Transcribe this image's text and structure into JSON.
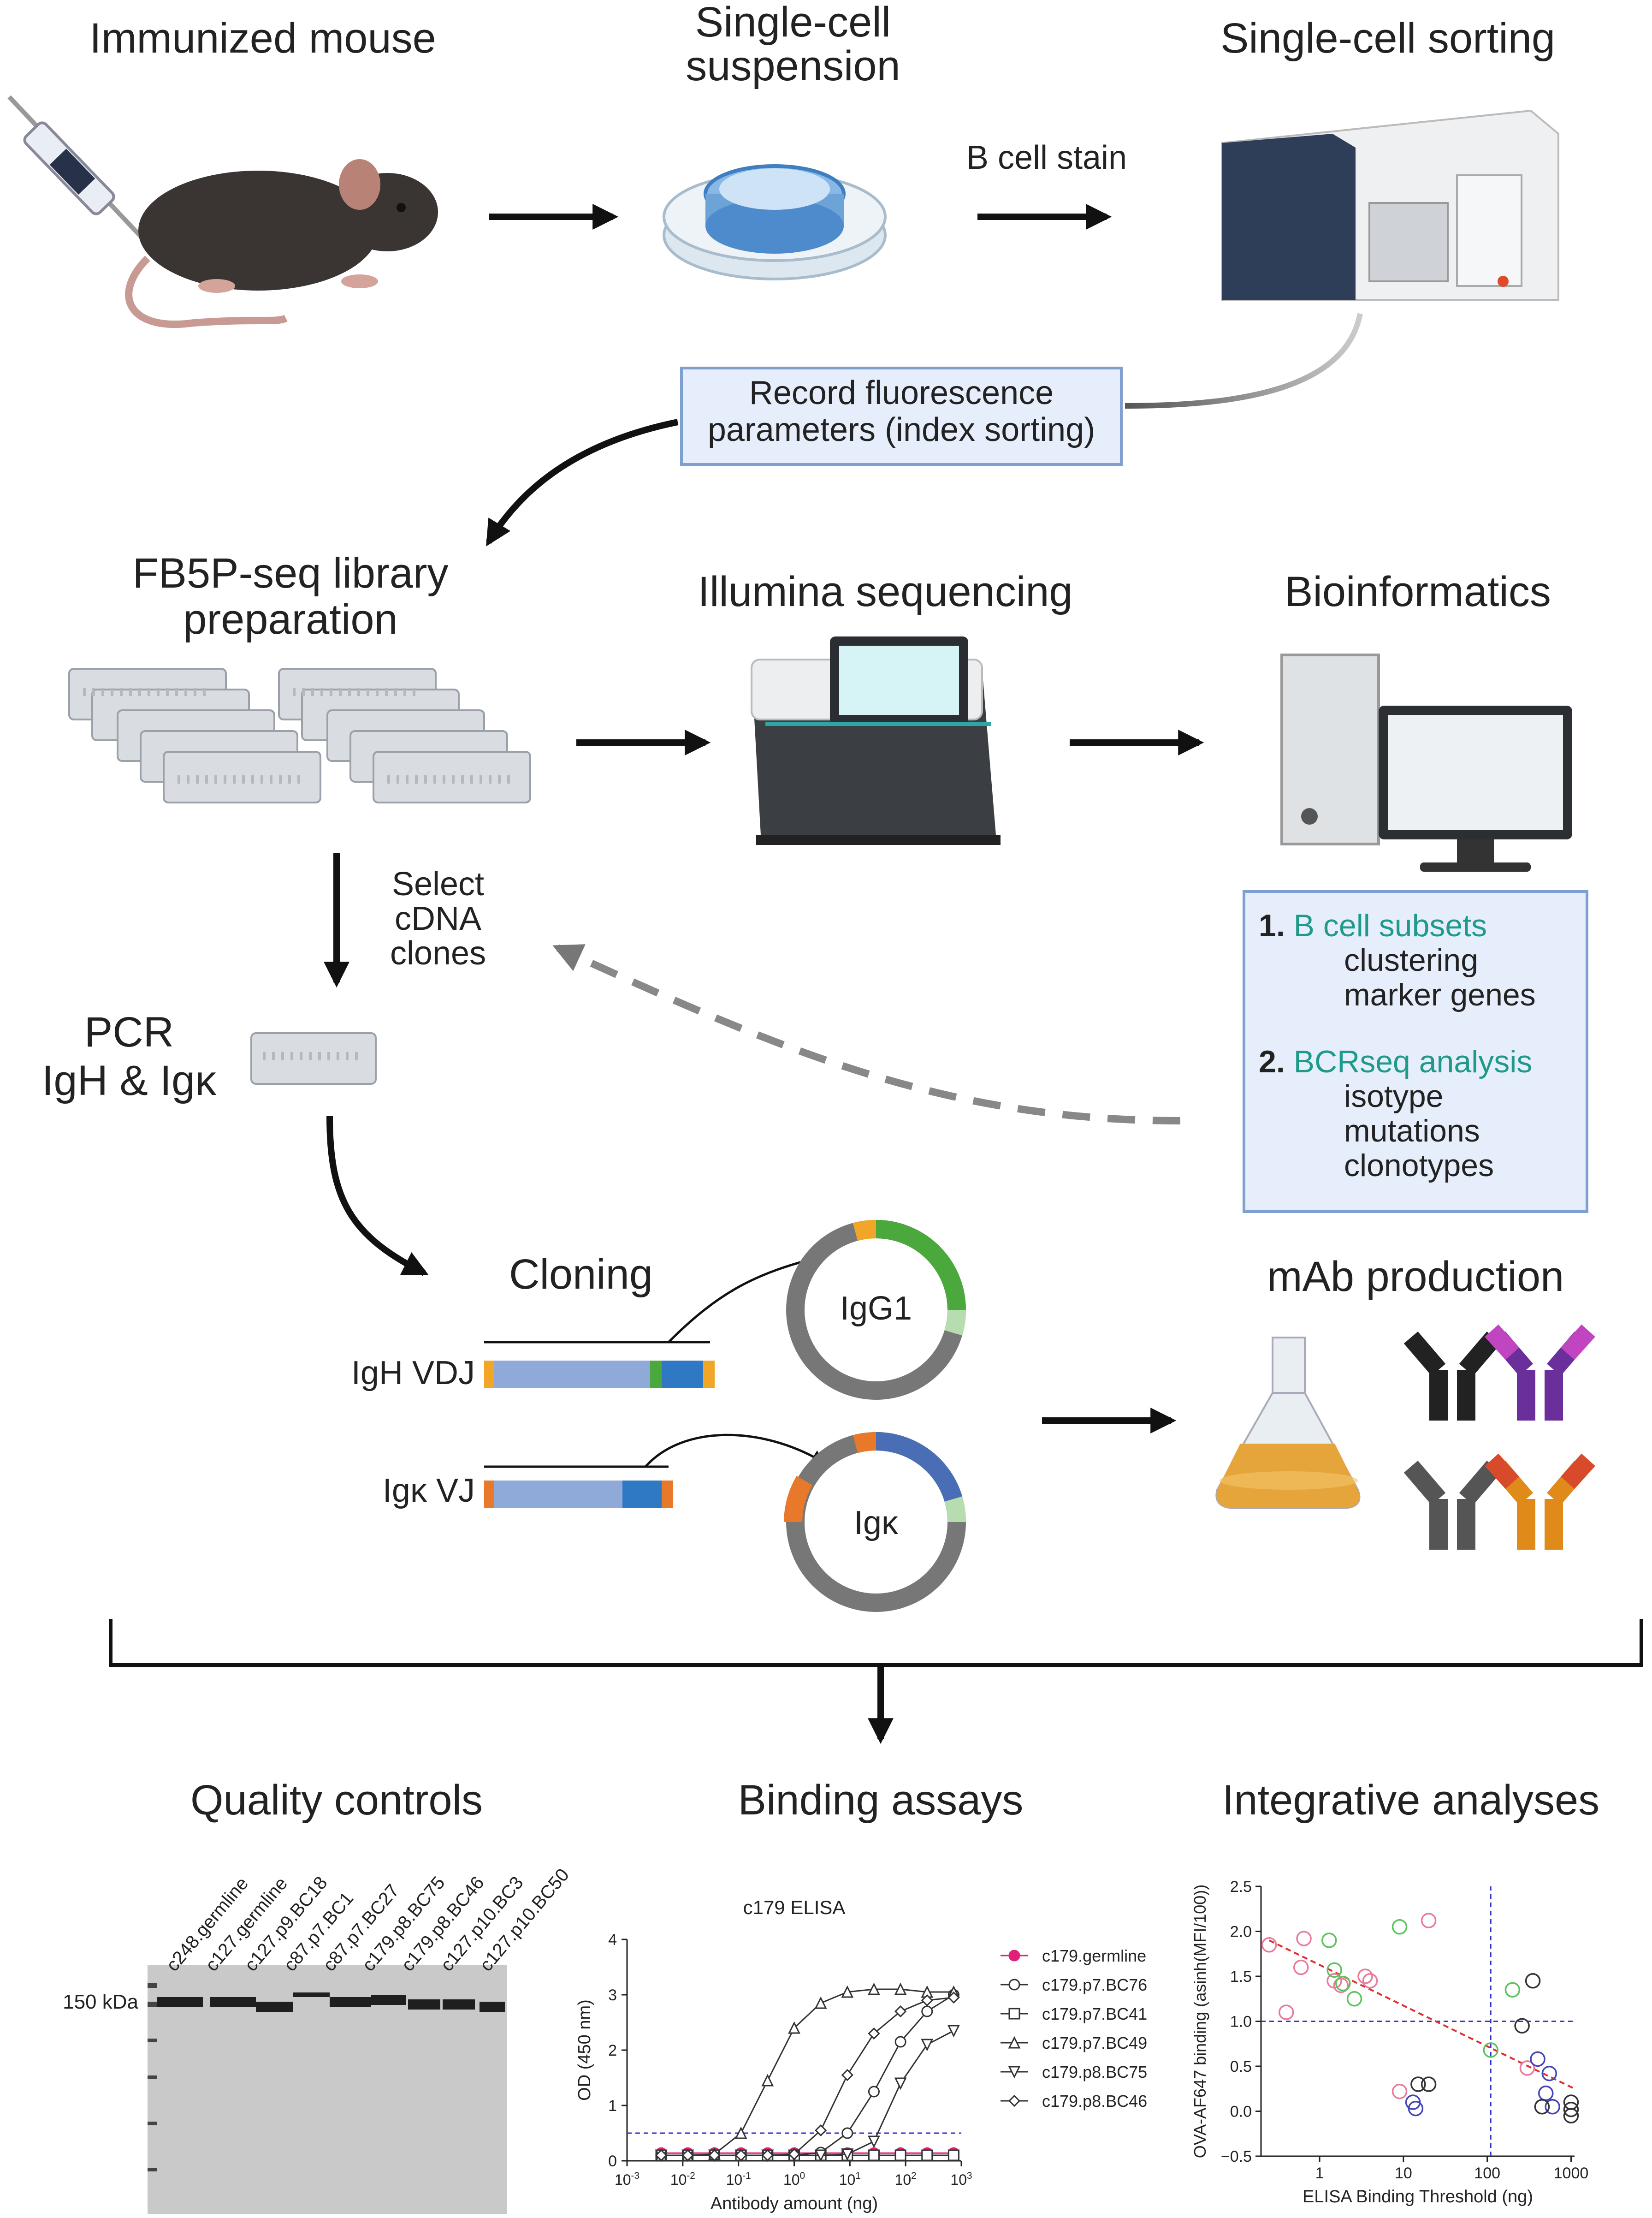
{
  "steps": {
    "mouse": "Immunized mouse",
    "suspension_1": "Single-cell",
    "suspension_2": "suspension",
    "sorting": "Single-cell sorting",
    "stain": "B cell stain",
    "record_1": "Record fluorescence",
    "record_2": "parameters (index sorting)",
    "library_1": "FB5P-seq library",
    "library_2": "preparation",
    "sequencing": "Illumina sequencing",
    "bioinformatics": "Bioinformatics",
    "select_1": "Select",
    "select_2": "cDNA",
    "select_3": "clones",
    "pcr_1": "PCR",
    "pcr_2": "IgH & Igκ",
    "cloning": "Cloning",
    "igh": "IgH VDJ",
    "igk": "Igκ VJ",
    "plasmid_igg1": "IgG1",
    "plasmid_igk": "Igκ",
    "mab": "mAb production",
    "qc": "Quality controls",
    "binding": "Binding assays",
    "integrative": "Integrative analyses"
  },
  "bioinfo_box": {
    "item1_num": "1.",
    "item1_title": "B cell subsets",
    "item1_a": "clustering",
    "item1_b": "marker genes",
    "item2_num": "2.",
    "item2_title": "BCRseq analysis",
    "item2_a": "isotype",
    "item2_b": "mutations",
    "item2_c": "clonotypes"
  },
  "gel": {
    "marker": "150 kDa",
    "lanes": [
      "c248.germline",
      "c127.germline",
      "c127.p9.BC18",
      "c87.p7.BC1",
      "c87.p7.BC27",
      "c179.p8.BC75",
      "c179.p8.BC46",
      "c127.p10.BC3",
      "c127.p10.BC50"
    ]
  },
  "colors": {
    "box_fill": "#e7eefb",
    "box_border": "#7f9fd1",
    "teal": "#1f9a8a",
    "vh": "#8fa9d8",
    "cdr": "#2f78c4",
    "tag_orange": "#f2a628",
    "igg1_green": "#4aa83c",
    "plasmid_grey": "#777777",
    "germline_pink": "#e0207a",
    "threshold_blue": "#3333cc",
    "trend_red": "#e03030"
  },
  "chart_data": [
    {
      "type": "line",
      "title": "c179 ELISA",
      "xlabel": "Antibody amount (ng)",
      "ylabel": "OD (450 nm)",
      "x_scale": "log",
      "x_tick_labels": [
        "10-3",
        "10-2",
        "10-1",
        "100",
        "101",
        "102",
        "103"
      ],
      "x_ticks": [
        0.001,
        0.01,
        0.1,
        1,
        10,
        100,
        1000
      ],
      "y_ticks": [
        0,
        1,
        2,
        3,
        4
      ],
      "xlim": [
        0.001,
        1000
      ],
      "ylim": [
        0,
        4
      ],
      "threshold_y": 0.5,
      "x": [
        0.0041,
        0.0123,
        0.037,
        0.111,
        0.333,
        1,
        3,
        9,
        27,
        81,
        243,
        729
      ],
      "series": [
        {
          "name": "c179.germline",
          "marker": "filled-circle",
          "color": "#e0207a",
          "values": [
            0.14,
            0.14,
            0.14,
            0.14,
            0.14,
            0.14,
            0.14,
            0.14,
            0.14,
            0.14,
            0.14,
            0.14
          ]
        },
        {
          "name": "c179.p7.BC76",
          "marker": "circle",
          "color": "#333333",
          "values": [
            0.1,
            0.1,
            0.1,
            0.1,
            0.1,
            0.1,
            0.15,
            0.5,
            1.25,
            2.15,
            2.7,
            3.0
          ]
        },
        {
          "name": "c179.p7.BC41",
          "marker": "square",
          "color": "#333333",
          "values": [
            0.1,
            0.1,
            0.1,
            0.1,
            0.1,
            0.1,
            0.1,
            0.1,
            0.1,
            0.1,
            0.1,
            0.1
          ]
        },
        {
          "name": "c179.p7.BC49",
          "marker": "triangle-up",
          "color": "#333333",
          "values": [
            0.1,
            0.1,
            0.12,
            0.5,
            1.45,
            2.4,
            2.85,
            3.05,
            3.1,
            3.1,
            3.05,
            3.05
          ]
        },
        {
          "name": "c179.p8.BC75",
          "marker": "triangle-down",
          "color": "#333333",
          "values": [
            0.1,
            0.1,
            0.1,
            0.1,
            0.1,
            0.1,
            0.1,
            0.12,
            0.35,
            1.4,
            2.1,
            2.35
          ]
        },
        {
          "name": "c179.p8.BC46",
          "marker": "diamond",
          "color": "#333333",
          "values": [
            0.1,
            0.1,
            0.1,
            0.1,
            0.1,
            0.12,
            0.55,
            1.55,
            2.3,
            2.7,
            2.9,
            2.95
          ]
        }
      ]
    },
    {
      "type": "scatter",
      "xlabel": "ELISA Binding Threshold (ng)",
      "ylabel": "OVA-AF647 binding (asinh(MFI/100))",
      "x_scale": "log",
      "x_tick_labels": [
        "1",
        "10",
        "100",
        "1000"
      ],
      "x_ticks": [
        1,
        10,
        100,
        1000
      ],
      "y_tick_labels": [
        "−0.5",
        "0.0",
        "0.5",
        "1.0",
        "1.5",
        "2.0",
        "2.5"
      ],
      "y_ticks": [
        -0.5,
        0,
        0.5,
        1,
        1.5,
        2,
        2.5
      ],
      "xlim": [
        0.2,
        1100
      ],
      "ylim": [
        -0.5,
        2.5
      ],
      "threshold_x": 110,
      "threshold_y": 1.0,
      "trend": [
        [
          0.25,
          1.9
        ],
        [
          1100,
          0.25
        ]
      ],
      "points": [
        {
          "x": 0.25,
          "y": 1.85,
          "c": "#e87a9a"
        },
        {
          "x": 0.4,
          "y": 1.1,
          "c": "#e87a9a"
        },
        {
          "x": 0.6,
          "y": 1.6,
          "c": "#e87a9a"
        },
        {
          "x": 0.65,
          "y": 1.92,
          "c": "#e87a9a"
        },
        {
          "x": 1.5,
          "y": 1.45,
          "c": "#e87a9a"
        },
        {
          "x": 1.8,
          "y": 1.4,
          "c": "#e87a9a"
        },
        {
          "x": 3.5,
          "y": 1.5,
          "c": "#e87a9a"
        },
        {
          "x": 4.0,
          "y": 1.45,
          "c": "#e87a9a"
        },
        {
          "x": 20,
          "y": 2.12,
          "c": "#e87a9a"
        },
        {
          "x": 9,
          "y": 0.22,
          "c": "#e87a9a"
        },
        {
          "x": 300,
          "y": 0.48,
          "c": "#e87a9a"
        },
        {
          "x": 1.3,
          "y": 1.9,
          "c": "#5cc25c"
        },
        {
          "x": 1.5,
          "y": 1.57,
          "c": "#5cc25c"
        },
        {
          "x": 1.9,
          "y": 1.42,
          "c": "#5cc25c"
        },
        {
          "x": 2.6,
          "y": 1.25,
          "c": "#5cc25c"
        },
        {
          "x": 9,
          "y": 2.05,
          "c": "#5cc25c"
        },
        {
          "x": 110,
          "y": 0.68,
          "c": "#5cc25c"
        },
        {
          "x": 200,
          "y": 1.35,
          "c": "#5cc25c"
        },
        {
          "x": 13,
          "y": 0.1,
          "c": "#4545bb"
        },
        {
          "x": 14,
          "y": 0.03,
          "c": "#4545bb"
        },
        {
          "x": 400,
          "y": 0.58,
          "c": "#4545bb"
        },
        {
          "x": 550,
          "y": 0.42,
          "c": "#4545bb"
        },
        {
          "x": 500,
          "y": 0.2,
          "c": "#4545bb"
        },
        {
          "x": 600,
          "y": 0.05,
          "c": "#4545bb"
        },
        {
          "x": 15,
          "y": 0.3,
          "c": "#333333"
        },
        {
          "x": 20,
          "y": 0.3,
          "c": "#333333"
        },
        {
          "x": 260,
          "y": 0.95,
          "c": "#333333"
        },
        {
          "x": 350,
          "y": 1.45,
          "c": "#333333"
        },
        {
          "x": 450,
          "y": 0.05,
          "c": "#333333"
        },
        {
          "x": 1000,
          "y": 0.02,
          "c": "#333333"
        },
        {
          "x": 1000,
          "y": -0.05,
          "c": "#333333"
        },
        {
          "x": 1000,
          "y": 0.1,
          "c": "#333333"
        }
      ]
    }
  ]
}
